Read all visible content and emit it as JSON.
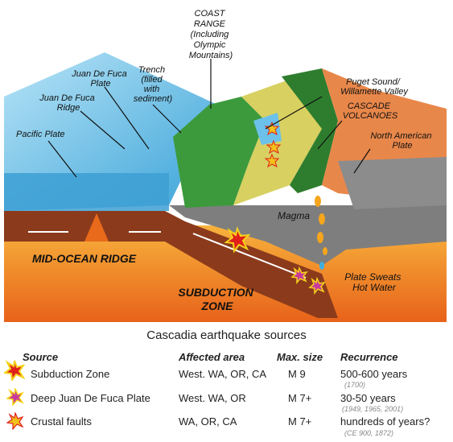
{
  "labels": {
    "coast_range": [
      "COAST",
      "RANGE",
      "(Including",
      "Olympic",
      "Mountains)"
    ],
    "trench": [
      "Trench",
      "(filled",
      "with",
      "sediment)"
    ],
    "juan_de_fuca_plate": [
      "Juan De Fuca",
      "Plate"
    ],
    "juan_de_fuca_ridge": [
      "Juan De Fuca",
      "Ridge"
    ],
    "pacific_plate": "Pacific Plate",
    "puget_sound": [
      "Puget Sound/",
      "Willamette Valley"
    ],
    "cascade_volcanoes": [
      "CASCADE",
      "VOLCANOES"
    ],
    "north_american_plate": [
      "North American",
      "Plate"
    ],
    "magma": "Magma",
    "mid_ocean_ridge": "MID-OCEAN RIDGE",
    "subduction_zone": [
      "SUBDUCTION",
      "ZONE"
    ],
    "plate_sweats": [
      "Plate Sweats",
      "Hot Water"
    ]
  },
  "legend": {
    "title": "Cascadia earthquake sources",
    "headers": {
      "source": "Source",
      "area": "Affected area",
      "size": "Max. size",
      "recurrence": "Recurrence"
    },
    "rows": [
      {
        "source": "Subduction Zone",
        "area": "West. WA, OR, CA",
        "size": "M 9",
        "recurrence": "500-600 years",
        "dates": "(1700)",
        "icon": "red-burst-icon"
      },
      {
        "source": "Deep Juan De Fuca Plate",
        "area": "West. WA, OR",
        "size": "M 7+",
        "recurrence": "30-50 years",
        "dates": "(1949, 1965, 2001)",
        "icon": "magenta-burst-icon"
      },
      {
        "source": "Crustal faults",
        "area": "WA, OR, CA",
        "size": "M 7+",
        "recurrence": "hundreds of years?",
        "dates": "(CE 900, 1872)",
        "icon": "yellow-burst-icon"
      }
    ]
  },
  "colors": {
    "ocean": "#4fb6e6",
    "mantle": "#f29a2a",
    "crust": "#8b3b1c",
    "forest": "#3c9a3c",
    "volcanic": "#e8874a",
    "burst_red": "#e0201a",
    "burst_magenta": "#c83a9c",
    "burst_yellow": "#f2c21a"
  }
}
